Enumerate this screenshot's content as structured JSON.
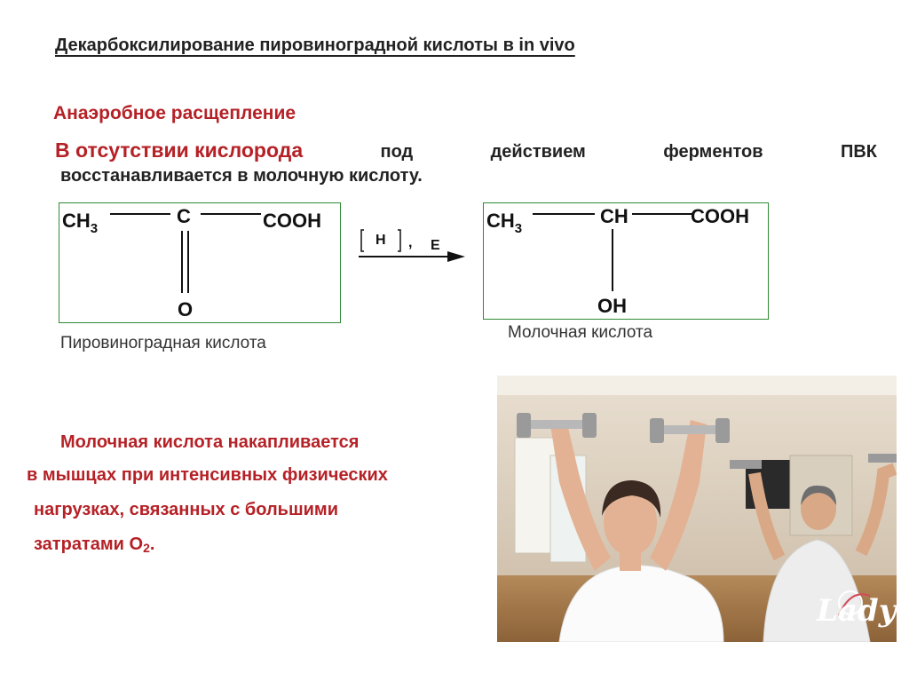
{
  "slide": {
    "title": "Декарбоксилирование пировиноградной кислоты в in vivo",
    "subtitle": "Анаэробное расщепление",
    "intro": {
      "highlight": "В отсутствии кислорода",
      "w1": "под",
      "w2": "действием",
      "w3": "ферментов",
      "w4": "ПВК",
      "line2": "восстанавливается в молочную кислоту."
    }
  },
  "reaction": {
    "reactant": {
      "ch": "CH",
      "sub": "3",
      "c": "C",
      "cooh": "COOH",
      "o": "O",
      "caption": "Пировиноградная кислота"
    },
    "arrow": {
      "h": "H",
      "comma": ",",
      "e": "E"
    },
    "product": {
      "ch": "CH",
      "sub": "3",
      "ch2": "CH",
      "cooh": "COOH",
      "oh": "OH",
      "caption": "Молочная кислота"
    }
  },
  "note": {
    "line1": "Молочная кислота накапливается",
    "line2": "в мышцах при интенсивных физических",
    "line3": "нагрузках, связанных с большими",
    "line4": "затратами O",
    "line4_sub": "2",
    "line4_end": "."
  },
  "photo": {
    "watermark": "Lady"
  },
  "colors": {
    "accent_red": "#b52126",
    "box_green": "#2f8a35",
    "text": "#222222"
  }
}
